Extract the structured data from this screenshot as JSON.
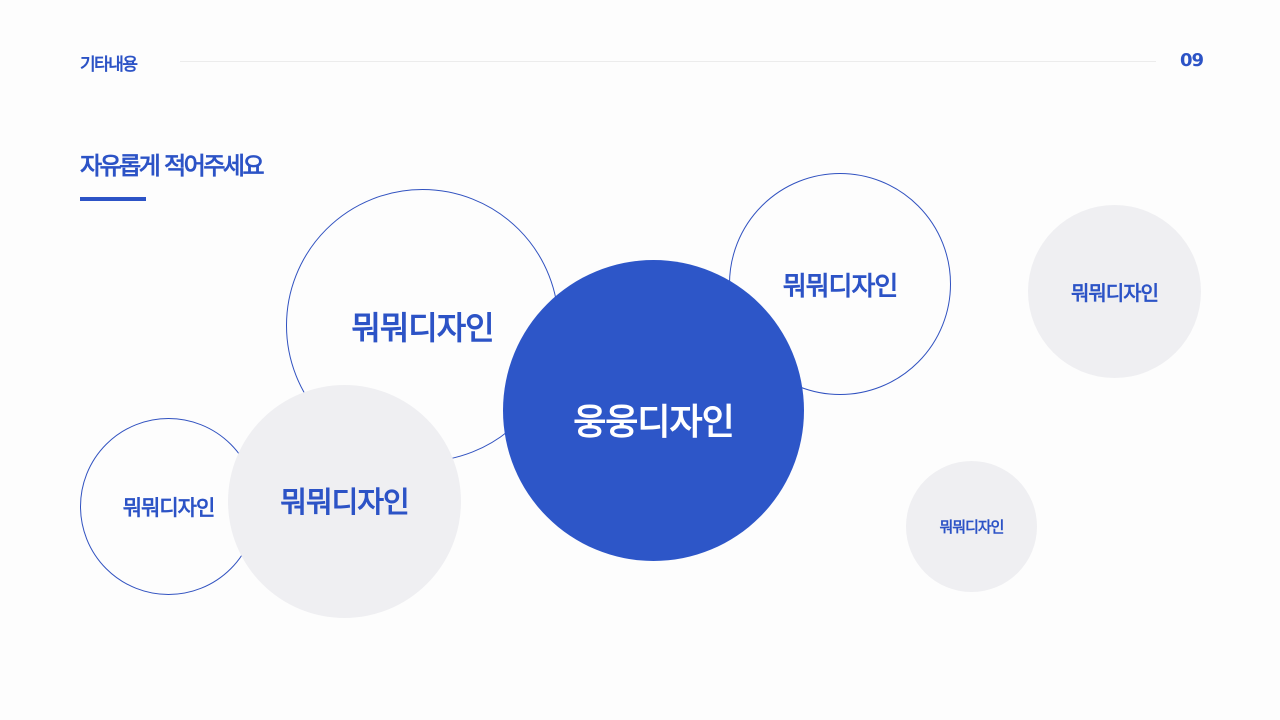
{
  "header": {
    "label": "기타내용",
    "page_number": "09"
  },
  "section": {
    "title": "자유롭게 적어주세요"
  },
  "colors": {
    "accent": "#2c53c6",
    "filled_circle": "#2d56c8",
    "grey_circle": "#efeff2",
    "background": "#fdfdfd"
  },
  "bubbles": [
    {
      "id": "outline-large",
      "style": "outline",
      "label": "뭐뭐디자인"
    },
    {
      "id": "center-filled",
      "style": "filled",
      "label": "웅웅디자인"
    },
    {
      "id": "outline-right",
      "style": "outline",
      "label": "뭐뭐디자인"
    },
    {
      "id": "grey-far-right",
      "style": "grey",
      "label": "뭐뭐디자인"
    },
    {
      "id": "outline-small-left",
      "style": "outline",
      "label": "뭐뭐디자인"
    },
    {
      "id": "grey-left",
      "style": "grey",
      "label": "뭐뭐디자인"
    },
    {
      "id": "grey-small-bottom-right",
      "style": "grey",
      "label": "뭐뭐디자인"
    }
  ]
}
